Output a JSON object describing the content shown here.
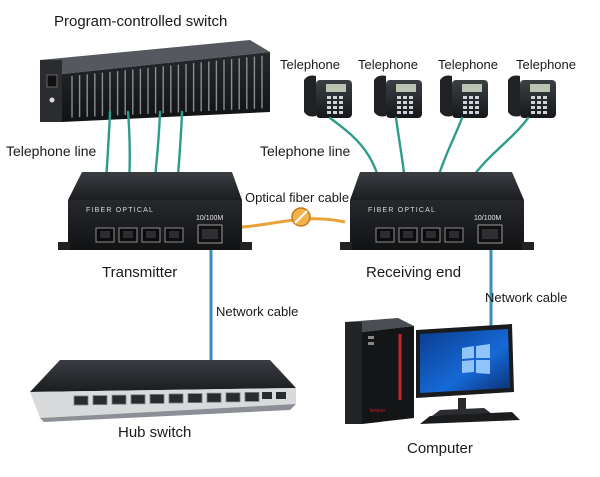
{
  "labels": {
    "program_switch": "Program-controlled switch",
    "telephone_line_left": "Telephone line",
    "telephone_line_right": "Telephone line",
    "telephones": [
      "Telephone",
      "Telephone",
      "Telephone",
      "Telephone"
    ],
    "optical_fiber": "Optical fiber cable",
    "transmitter": "Transmitter",
    "receiving_end": "Receiving end",
    "network_cable_left": "Network cable",
    "network_cable_right": "Network cable",
    "hub_switch": "Hub switch",
    "computer": "Computer"
  },
  "device_text": {
    "port_speed_left": "10/100M",
    "port_speed_right": "10/100M"
  },
  "colors": {
    "telephone_wire": "#2e9c8c",
    "network_wire": "#3a8fb7",
    "fiber_wire": "#e8a23a",
    "device_dark": "#1d1f22",
    "background": "#ffffff"
  },
  "icons": [
    "fiber-connector-icon",
    "windows-logo-icon",
    "lenovo-logo-icon"
  ]
}
